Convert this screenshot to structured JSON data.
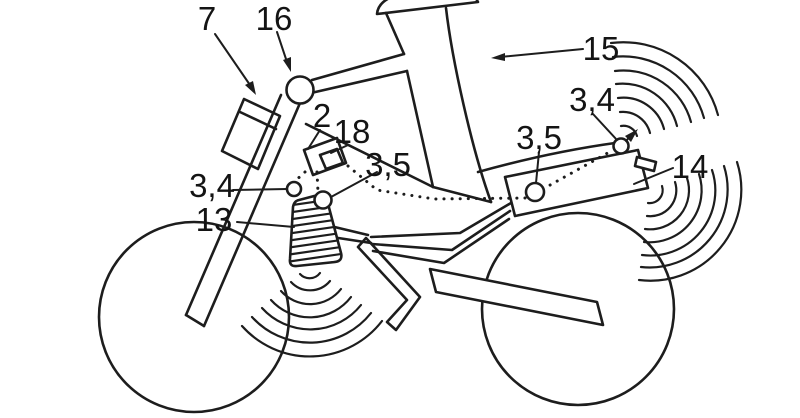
{
  "figure": {
    "type": "patent-line-drawing",
    "subject": "motorcycle-with-surround-radar-sensors",
    "background": "#ffffff",
    "ink": "#1d1d1d",
    "labels": {
      "fork": "7",
      "steering": "16",
      "ecu": "2",
      "ecu_inner": "18",
      "front_sensor_34": "3,4",
      "front_sensor_35": "3,5",
      "spring": "13",
      "frame_arrow": "15",
      "rear_sensor_35": "3,5",
      "rear_sensor_34": "3,4",
      "rear_unit": "14"
    }
  }
}
